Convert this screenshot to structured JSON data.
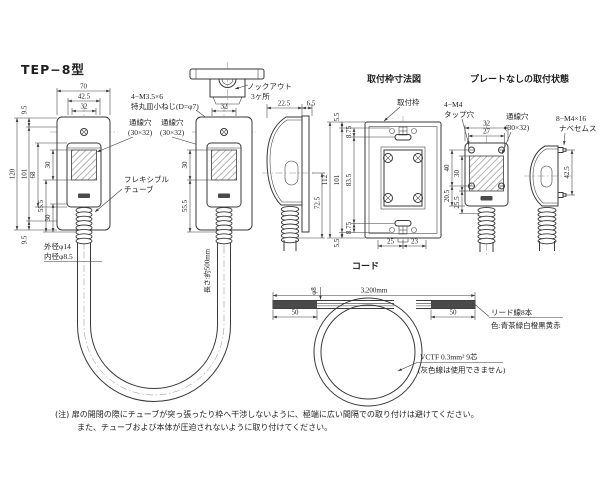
{
  "title": "TEP−8型",
  "colors": {
    "line": "#3a3a3a",
    "text": "#1f1f1f",
    "dark_fill": "#4a4a4a",
    "background": "#ffffff"
  },
  "sections": {
    "frame_title": "取付枠寸法図",
    "noplate_title": "プレートなしの取付状態",
    "cord_title": "コード"
  },
  "view_a": {
    "dim_width_outer": "70",
    "dim_width_mid": "42.5",
    "dim_width_inner": "32",
    "dim_offset_top": "9.5",
    "dim_height_total": "120",
    "dim_height_inner": "101",
    "dim_body": "68",
    "dim_hole": "30",
    "dim_lower": "55.5",
    "dim_tube": "30",
    "dim_offset_bottom": "9.5",
    "screw_label_1": "4−M3.5×6",
    "screw_label_2": "特丸皿小ねじ(D=φ7)",
    "hole_label_1": "通線穴",
    "hole_label_2": "(30×32)",
    "flex_label_1": "フレキシブル",
    "flex_label_2": "チューブ",
    "od_label": "外径φ14",
    "id_label": "内径φ8.5"
  },
  "view_b": {
    "dim_width": "32",
    "dim_hole": "30",
    "dim_lower": "55.5",
    "hole_label_1": "通線穴",
    "hole_label_2": "(30×32)",
    "tube_length_label": "長さ:約500mm",
    "knockout_label_1": "ノックアウト",
    "knockout_label_2": "3ヶ所"
  },
  "view_side": {
    "dim_depth": "22.5",
    "dim_plate": "6.5",
    "dim_height": "72.5"
  },
  "frame": {
    "part_label": "取付枠",
    "tap_label_1": "4−M4",
    "tap_label_2": "タップ穴",
    "dim_height_total": "112",
    "dim_height_inner": "101",
    "dim_hole_span": "83.5",
    "dim_offset_top": "8.75",
    "dim_offset_bottom": "8.75",
    "dim_edge_top": "5.5",
    "dim_edge_bottom": "5.5",
    "dim_width_left": "25",
    "dim_width_right": "23"
  },
  "noplate": {
    "hole_label_1": "通線穴",
    "hole_label_2": "(30×32)",
    "screw_label_1": "8−M4×16",
    "screw_label_2": "ナベセムス",
    "dim_width": "32",
    "dim_width_inner": "27",
    "dim_screw_span": "40",
    "dim_hole": "30",
    "dim_lower_a": "20.5",
    "dim_lower_b": "25.5",
    "dim_side_screws": "42.5"
  },
  "cord": {
    "dim_diameter": "φ8",
    "dim_length": "3,200mm",
    "dim_end_left": "50",
    "dim_end_right": "50",
    "lead_label_1": "リード線8本",
    "lead_label_2": "色:青茶緑白橙黒黄赤",
    "type_label_1": "VCTF 0.3mm²  9芯",
    "type_label_2": "(灰色線は使用できません)"
  },
  "note": {
    "line_1": "(注) 扉の開閉の際にチューブが突っ張ったり枠へ干渉しないように、極端に広い間隔での取り付けは避けてください。",
    "line_2": "また、チューブおよび本体が圧迫されないように取り付けてください。"
  }
}
